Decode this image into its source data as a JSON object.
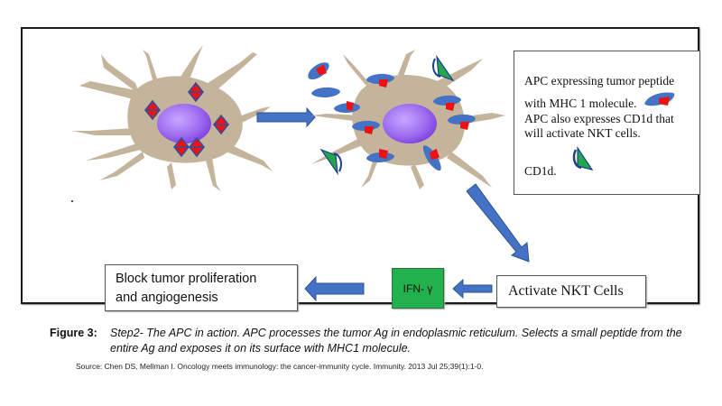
{
  "diagram": {
    "legend": {
      "line1": "APC expressing tumor peptide",
      "line2": "with MHC 1 molecule.",
      "line3": "APC also expresses CD1d that",
      "line4": "will activate NKT cells.",
      "line5": "CD1d."
    },
    "boxes": {
      "block": {
        "line1": "Block tumor proliferation",
        "line2": "and angiogenesis"
      },
      "ifn": "IFN- γ",
      "nkt": "Activate NKT Cells"
    },
    "colors": {
      "cell_body": "#c4b49c",
      "nucleus": "#a070f0",
      "antigen_red": "#ee1111",
      "mhc_blue": "#4472c4",
      "cd1d_green": "#22a84a",
      "arrow_blue": "#4472c4",
      "ifn_green": "#22b14c"
    }
  },
  "caption": {
    "label": "Figure 3:",
    "text": "Step2- The APC in action. APC processes the tumor Ag in endoplasmic reticulum. Selects a small peptide from the entire Ag and exposes it on its surface with MHC1 molecule.",
    "source": "Source: Chen DS, Mellman I. Oncology meets immunology: the cancer-immunity cycle. Immunity. 2013 Jul 25;39(1):1-0."
  }
}
